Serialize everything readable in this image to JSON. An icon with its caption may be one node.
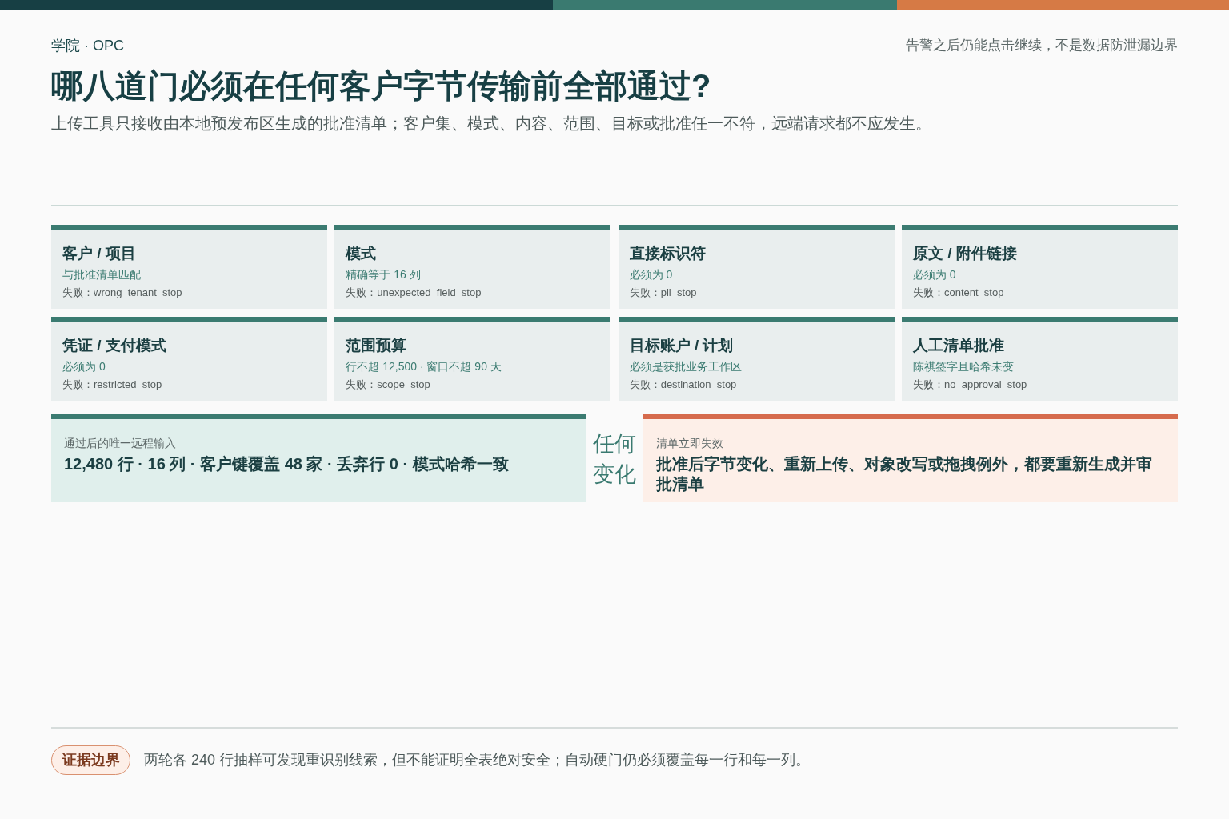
{
  "diagram": {
    "title": "哪八道门必须在任何客户字节传输前全部通过?",
    "nodes": [
      {
        "text": [
          "客户 / 项目",
          "与批准清单匹配",
          "失败：wrong_tenant_stop"
        ]
      },
      {
        "text": [
          "模式",
          "精确等于 16 列",
          "失败：unexpected_field_stop"
        ]
      },
      {
        "text": [
          "直接标识符",
          "必须为 0",
          "失败：pii_stop"
        ]
      },
      {
        "text": [
          "原文 / 附件链接",
          "必须为 0",
          "失败：content_stop"
        ]
      },
      {
        "text": [
          "凭证 / 支付模式",
          "必须为 0",
          "失败：restricted_stop"
        ]
      },
      {
        "text": [
          "范围预算",
          "行不超 12,500 · 窗口不超 90 天",
          "失败：scope_stop"
        ]
      },
      {
        "text": [
          "目标账户 / 计划",
          "必须是获批业务工作区",
          "失败：destination_stop"
        ]
      },
      {
        "text": [
          "人工清单批准",
          "陈祺签字且哈希未变",
          "失败：no_approval_stop"
        ]
      },
      {
        "text": [
          "通过后的唯一远程输入",
          "12,480 行 · 16 列 · 客户键覆盖 48 家 · 丢弃行 0 · 模式哈希一致"
        ]
      },
      {
        "text": [
          "清单立即失效",
          "批准后字节变化、重新上传、对象改写或拖拽例外，都要重新生成并审批清单"
        ]
      },
      {
        "text": [
          "证据边界"
        ],
        "beside": [
          "两轮各 240 行抽样可发现重识别线索，但不能证明全表绝对安全；自动硬门仍必须覆盖每一行和每一列。"
        ]
      }
    ],
    "labels": [
      "学院 · OPC",
      "告警之后仍能点击继续，不是数据防泄漏边界",
      "上传工具只接收由本地预发布区生成的批准清单；客户集、模式、内容、范围、目标或批准任一不符，远端请求都不应发生。",
      "任何变化"
    ]
  }
}
